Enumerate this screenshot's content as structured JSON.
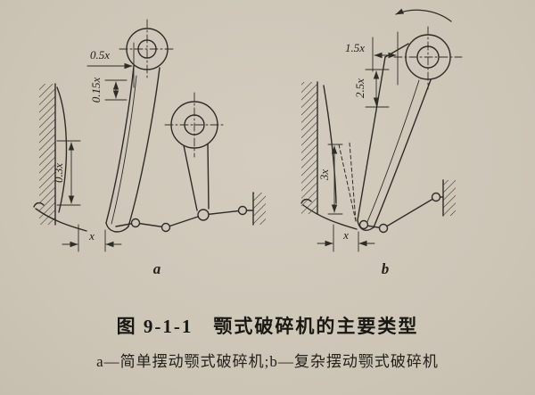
{
  "figure": {
    "caption": "图 9-1-1　颚式破碎机的主要类型",
    "subcaption": "a—简单摆动颚式破碎机;b—复杂摆动颚式破碎机"
  },
  "diagram_a": {
    "label": "a",
    "dim_top": "0.5x",
    "dim_mid": "0.15x",
    "dim_side": "0.3x",
    "dim_bottom": "x"
  },
  "diagram_b": {
    "label": "b",
    "dim_top": "1.5x",
    "dim_mid": "2.5x",
    "dim_side": "3x",
    "dim_bottom": "x"
  },
  "colors": {
    "paper": "#cfc8ba",
    "ink": "#2e2c27"
  }
}
